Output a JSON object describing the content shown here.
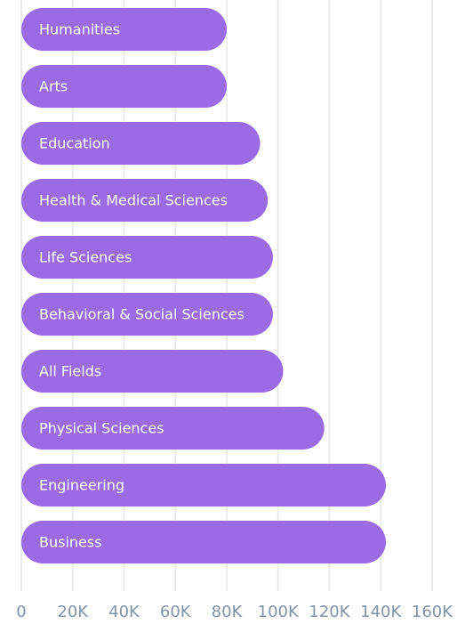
{
  "chart_data": {
    "type": "bar",
    "orientation": "horizontal",
    "categories": [
      "Humanities",
      "Arts",
      "Education",
      "Health & Medical Sciences",
      "Life Sciences",
      "Behavioral & Social Sciences",
      "All Fields",
      "Physical Sciences",
      "Engineering",
      "Business"
    ],
    "values": [
      80000,
      80000,
      93000,
      96000,
      98000,
      98000,
      102000,
      118000,
      142000,
      142000
    ],
    "xlim": [
      0,
      160000
    ],
    "xticks": [
      0,
      20000,
      40000,
      60000,
      80000,
      100000,
      120000,
      140000,
      160000
    ],
    "xtick_labels": [
      "0",
      "20K",
      "40K",
      "60K",
      "80K",
      "100K",
      "120K",
      "140K",
      "160K"
    ],
    "grid": true,
    "legend": "none",
    "bar_color": "#9b6be6",
    "label_color": "#ffffff",
    "tick_color": "#8094a6",
    "grid_color": "#ebebeb"
  }
}
